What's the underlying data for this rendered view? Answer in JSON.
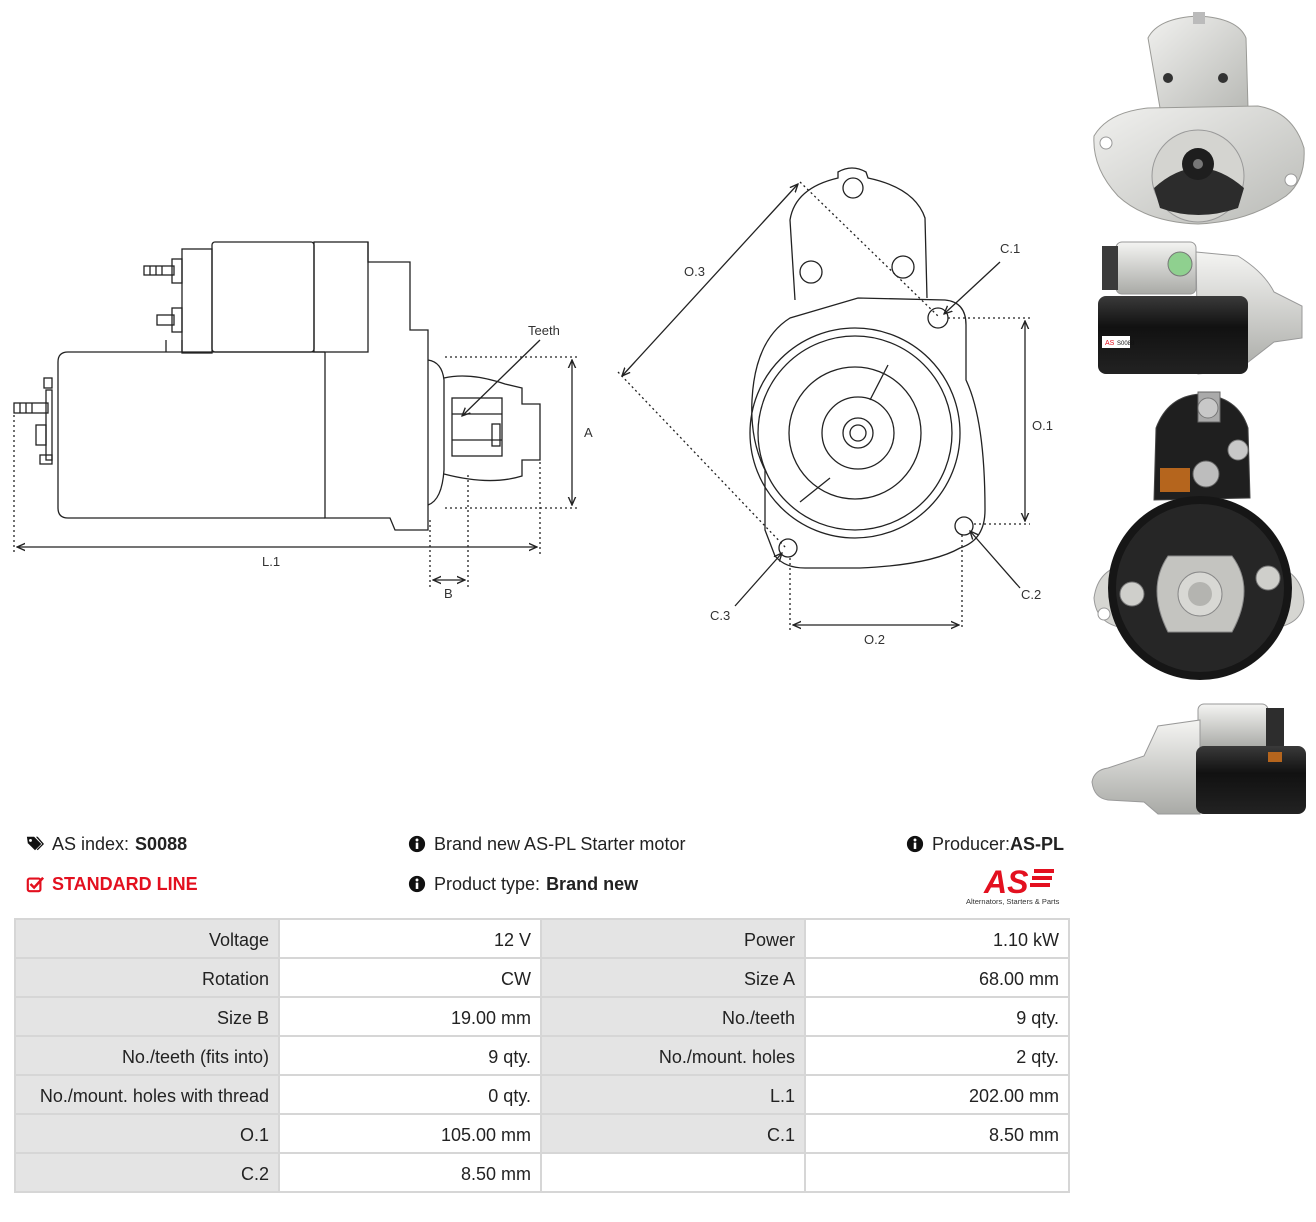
{
  "drawing": {
    "teeth_label": "Teeth",
    "a_label": "A",
    "b_label": "B",
    "l1_label": "L.1",
    "o1_label": "O.1",
    "o2_label": "O.2",
    "o3_label": "O.3",
    "c1_label": "C.1",
    "c2_label": "C.2",
    "c3_label": "C.3"
  },
  "photos": {
    "label_badge": "AS",
    "label_code": "S0088"
  },
  "info": {
    "index_label": "AS index:",
    "index_value": "S0088",
    "line": "STANDARD LINE",
    "description": "Brand new AS-PL Starter motor",
    "type_label": "Product type:",
    "type_value": "Brand new",
    "producer_label": "Producer:",
    "producer_value": "AS-PL"
  },
  "logo": {
    "text": "AS",
    "tagline": "Alternators, Starters & Parts",
    "color": "#e3101f"
  },
  "specs": [
    [
      "Voltage",
      "12 V",
      "Power",
      "1.10 kW"
    ],
    [
      "Rotation",
      "CW",
      "Size A",
      "68.00 mm"
    ],
    [
      "Size B",
      "19.00 mm",
      "No./teeth",
      "9 qty."
    ],
    [
      "No./teeth (fits into)",
      "9 qty.",
      "No./mount. holes",
      "2 qty."
    ],
    [
      "No./mount. holes with thread",
      "0 qty.",
      "L.1",
      "202.00 mm"
    ],
    [
      "O.1",
      "105.00 mm",
      "C.1",
      "8.50 mm"
    ],
    [
      "C.2",
      "8.50 mm",
      "",
      ""
    ]
  ]
}
